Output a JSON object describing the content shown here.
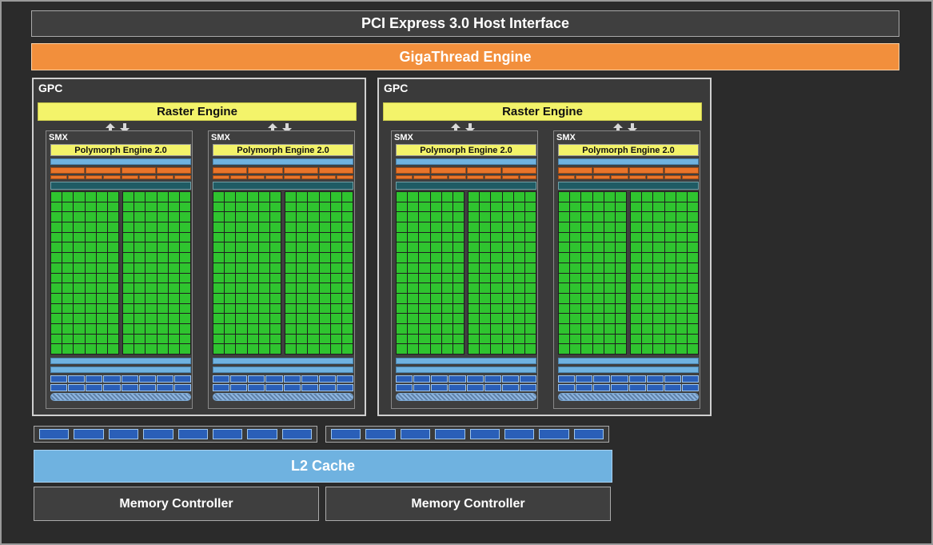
{
  "diagram": {
    "host_interface": "PCI Express 3.0 Host Interface",
    "engine": "GigaThread Engine",
    "gpcs": [
      {
        "label": "GPC",
        "raster": "Raster Engine",
        "smxs": [
          {
            "label": "SMX",
            "polymorph": "Polymorph Engine 2.0"
          },
          {
            "label": "SMX",
            "polymorph": "Polymorph Engine 2.0"
          }
        ]
      },
      {
        "label": "GPC",
        "raster": "Raster Engine",
        "smxs": [
          {
            "label": "SMX",
            "polymorph": "Polymorph Engine 2.0"
          },
          {
            "label": "SMX",
            "polymorph": "Polymorph Engine 2.0"
          }
        ]
      }
    ],
    "l2_cache": "L2 Cache",
    "memory_controllers": [
      "Memory Controller",
      "Memory Controller"
    ]
  },
  "colors": {
    "background": "#2b2b2b",
    "gigathread": "#f28f3c",
    "raster": "#f3f36a",
    "cuda_core": "#2fc42f",
    "l2_cache": "#6fb2e0",
    "ld_st": "#2a5fb8",
    "dispatch": "#e9742a"
  }
}
